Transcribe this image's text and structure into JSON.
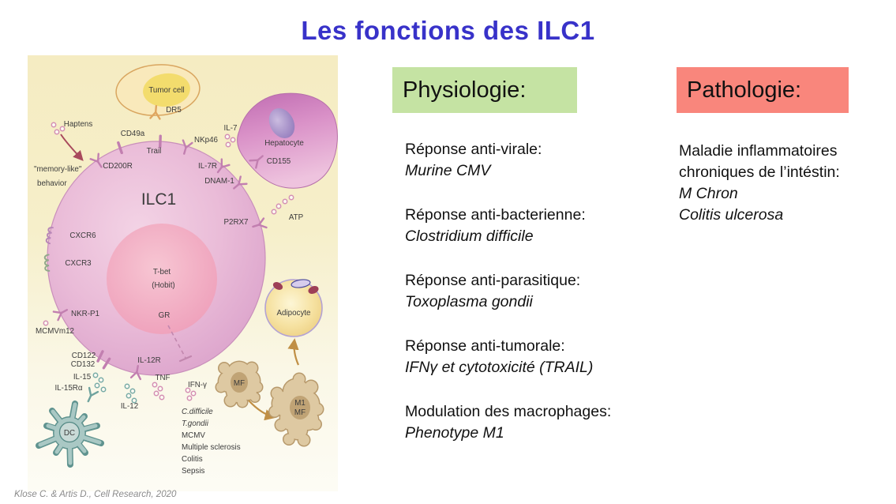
{
  "title": "Les fonctions des ILC1",
  "colors": {
    "title_blue": "#3832c9",
    "physiologie_box_green": "#c5e3a3",
    "pathologie_box_red": "#f9867c",
    "ilc1_cell_pink": "#e7b4d2",
    "hepatocyte_pink": "#da92c8",
    "dc_teal": "#a9c8c4",
    "macrophage_tan": "#dec9a2"
  },
  "physiologie": {
    "header": "Physiologie:",
    "items": [
      {
        "label": "Réponse anti-virale:",
        "detail": "Murine CMV"
      },
      {
        "label": "Réponse anti-bacterienne:",
        "detail": "Clostridium difficile"
      },
      {
        "label": "Réponse anti-parasitique:",
        "detail": "Toxoplasma gondii"
      },
      {
        "label": "Réponse anti-tumorale:",
        "detail": "IFNγ et cytotoxicité (TRAIL)"
      },
      {
        "label": "Modulation des macrophages:",
        "detail": "Phenotype M1"
      }
    ]
  },
  "pathologie": {
    "header": "Pathologie:",
    "intro": [
      "Maladie inflammatoires",
      "chroniques de l’intéstin:"
    ],
    "diseases": [
      "M Chron",
      "Colitis ulcerosa"
    ]
  },
  "diagram": {
    "cells": {
      "tumor": "Tumor cell",
      "hepatocyte": "Hepatocyte",
      "ilc1": "ILC1",
      "tbet": "T-bet",
      "hobit": "(Hobit)",
      "adipocyte": "Adipocyte",
      "dc": "DC",
      "mf": "MF",
      "m1": "M1"
    },
    "labels": {
      "dr5": "DR5",
      "haptens": "Haptens",
      "memory_like": "\"memory-like\"",
      "behavior": "behavior",
      "cd49a": "CD49a",
      "trail": "Trail",
      "nkp46": "NKp46",
      "il7": "IL-7",
      "cd200r": "CD200R",
      "il7r": "IL-7R",
      "cd155": "CD155",
      "dnam1": "DNAM-1",
      "p2rx7": "P2RX7",
      "atp": "ATP",
      "cxcr6": "CXCR6",
      "cxcr3": "CXCR3",
      "nkrp1": "NKR-P1",
      "gr": "GR",
      "mcmvm12": "MCMVm12",
      "cd122": "CD122",
      "cd132": "CD132",
      "il12r": "IL-12R",
      "il15": "IL-15",
      "il15ra": "IL-15Rα",
      "tnf": "TNF",
      "ifng": "IFN-γ",
      "il12": "IL-12"
    },
    "stimuli": [
      "C.difficile",
      "T.gondii",
      "MCMV",
      "Multiple sclerosis",
      "Colitis",
      "Sepsis"
    ]
  },
  "citation": "Klose C. & Artis D., Cell Research, 2020"
}
